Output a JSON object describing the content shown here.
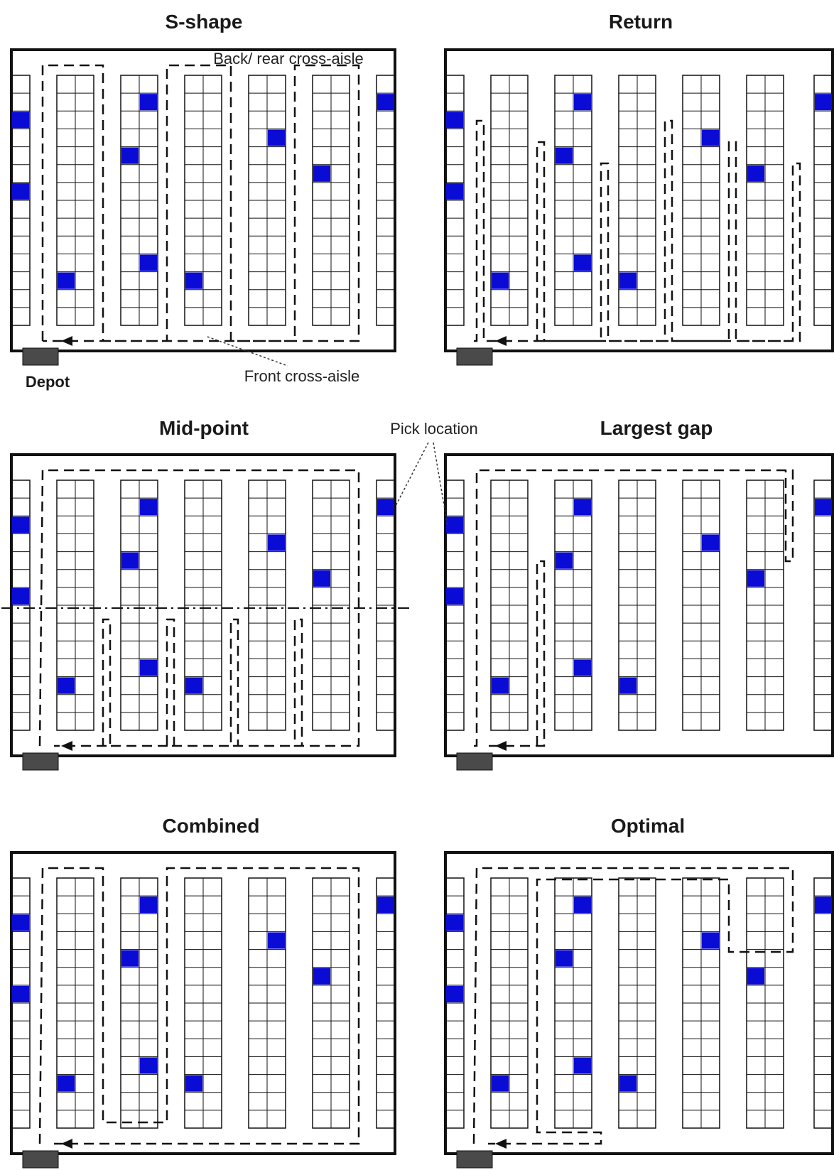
{
  "figure": {
    "panels": [
      {
        "id": "s-shape",
        "title": "S-shape"
      },
      {
        "id": "return",
        "title": "Return"
      },
      {
        "id": "mid-point",
        "title": "Mid-point"
      },
      {
        "id": "largest-gap",
        "title": "Largest gap"
      },
      {
        "id": "combined",
        "title": "Combined"
      },
      {
        "id": "optimal",
        "title": "Optimal"
      }
    ],
    "annotations": {
      "back_aisle": "Back/ rear cross-aisle",
      "front_aisle": "Front cross-aisle",
      "depot": "Depot",
      "pick_location": "Pick location"
    },
    "layout": {
      "racks_per_panel": 7,
      "cells_per_rack_row": 14,
      "pick_locations": [
        [
          0,
          2
        ],
        [
          0,
          6
        ],
        [
          1,
          11
        ],
        [
          2,
          1
        ],
        [
          2,
          4
        ],
        [
          2,
          10
        ],
        [
          3,
          11
        ],
        [
          4,
          3
        ],
        [
          5,
          5
        ],
        [
          6,
          1
        ]
      ]
    },
    "colors": {
      "pick": "#0b0bd6",
      "line": "#111111",
      "depot": "#4a4a4a",
      "background": "#ffffff"
    }
  }
}
